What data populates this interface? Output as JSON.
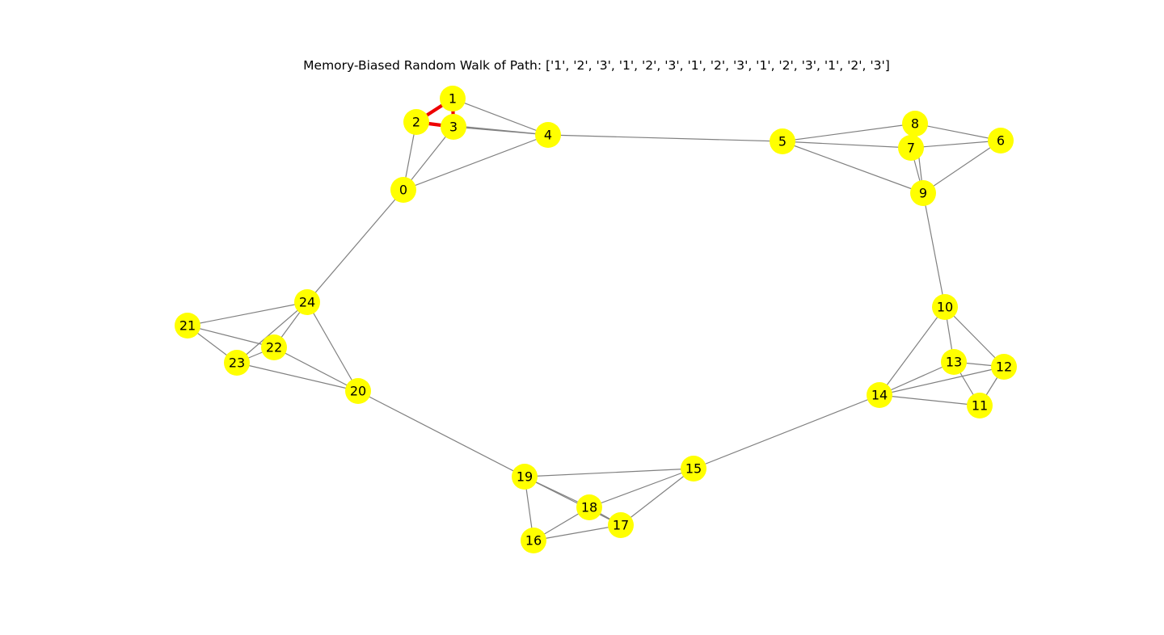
{
  "title": "Memory-Biased Random Walk of Path: ['1', '2', '3', '1', '2', '3', '1', '2', '3', '1', '2', '3', '1', '2', '3']",
  "colors": {
    "node": "#ffff00",
    "edge": "#808080",
    "path_edge": "#ee0000",
    "label": "#000000"
  },
  "nodes": [
    "0",
    "1",
    "2",
    "3",
    "4",
    "5",
    "6",
    "7",
    "8",
    "9",
    "10",
    "11",
    "12",
    "13",
    "14",
    "15",
    "16",
    "17",
    "18",
    "19",
    "20",
    "21",
    "22",
    "23",
    "24"
  ],
  "edges": [
    [
      "0",
      "2"
    ],
    [
      "0",
      "3"
    ],
    [
      "0",
      "4"
    ],
    [
      "0",
      "24"
    ],
    [
      "1",
      "2"
    ],
    [
      "1",
      "3"
    ],
    [
      "1",
      "4"
    ],
    [
      "2",
      "3"
    ],
    [
      "2",
      "4"
    ],
    [
      "3",
      "4"
    ],
    [
      "4",
      "5"
    ],
    [
      "5",
      "7"
    ],
    [
      "5",
      "8"
    ],
    [
      "5",
      "9"
    ],
    [
      "6",
      "7"
    ],
    [
      "6",
      "8"
    ],
    [
      "6",
      "9"
    ],
    [
      "7",
      "9"
    ],
    [
      "8",
      "9"
    ],
    [
      "9",
      "10"
    ],
    [
      "10",
      "13"
    ],
    [
      "10",
      "12"
    ],
    [
      "10",
      "14"
    ],
    [
      "11",
      "12"
    ],
    [
      "11",
      "13"
    ],
    [
      "11",
      "14"
    ],
    [
      "12",
      "13"
    ],
    [
      "12",
      "14"
    ],
    [
      "13",
      "14"
    ],
    [
      "14",
      "15"
    ],
    [
      "15",
      "19"
    ],
    [
      "15",
      "18"
    ],
    [
      "15",
      "17"
    ],
    [
      "16",
      "19"
    ],
    [
      "16",
      "18"
    ],
    [
      "16",
      "17"
    ],
    [
      "17",
      "18"
    ],
    [
      "17",
      "19"
    ],
    [
      "18",
      "19"
    ],
    [
      "19",
      "20"
    ],
    [
      "20",
      "24"
    ],
    [
      "20",
      "22"
    ],
    [
      "20",
      "23"
    ],
    [
      "21",
      "24"
    ],
    [
      "21",
      "22"
    ],
    [
      "21",
      "23"
    ],
    [
      "22",
      "23"
    ],
    [
      "22",
      "24"
    ],
    [
      "23",
      "24"
    ]
  ],
  "walk_path": [
    "1",
    "2",
    "3",
    "1",
    "2",
    "3",
    "1",
    "2",
    "3",
    "1",
    "2",
    "3",
    "1",
    "2",
    "3"
  ]
}
